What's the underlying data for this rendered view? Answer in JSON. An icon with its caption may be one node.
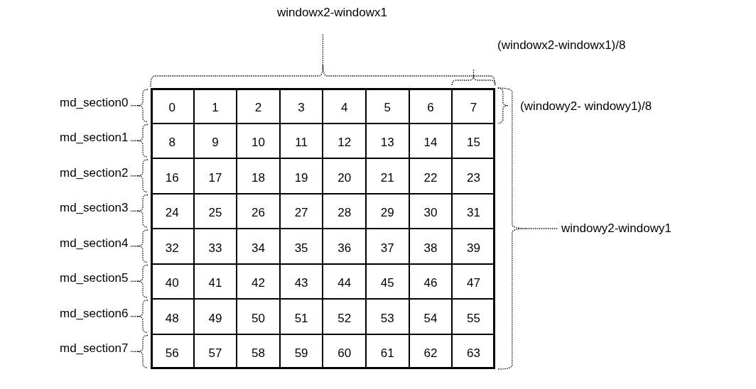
{
  "diagram": {
    "labels": [
      "windowx2-windowx1",
      "(windowx2-windowx1)/8",
      "(windowy2- windowy1)/8",
      "windowy2-windowy1",
      "md_section0",
      "md_section1",
      "md_section2",
      "md_section3",
      "md_section4",
      "md_section5",
      "md_section6",
      "md_section7",
      "0",
      "1",
      "2",
      "3",
      "4",
      "5",
      "6",
      "7",
      "8",
      "9",
      "10",
      "11",
      "12",
      "13",
      "14",
      "15",
      "16",
      "17",
      "18",
      "19",
      "20",
      "21",
      "22",
      "23",
      "24",
      "25",
      "26",
      "27",
      "28",
      "29",
      "30",
      "31",
      "32",
      "33",
      "34",
      "35",
      "36",
      "37",
      "38",
      "39",
      "40",
      "41",
      "42",
      "43",
      "44",
      "45",
      "46",
      "47",
      "48",
      "49",
      "50",
      "51",
      "52",
      "53",
      "54",
      "55",
      "56",
      "57",
      "58",
      "59",
      "60",
      "61",
      "62",
      "63"
    ]
  }
}
